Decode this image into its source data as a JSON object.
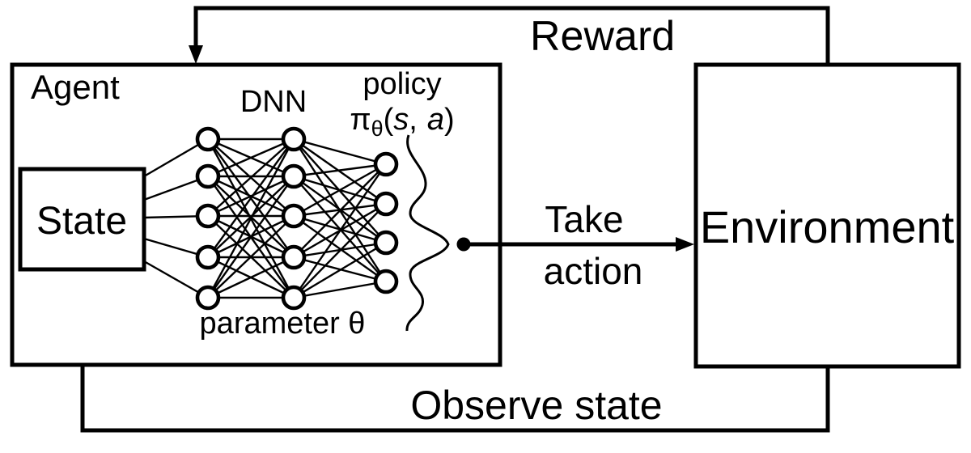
{
  "agent": {
    "label": "Agent",
    "state_label": "State"
  },
  "environment": {
    "label": "Environment"
  },
  "network": {
    "title": "DNN",
    "policy_caption": "policy",
    "formula": {
      "pi": "π",
      "theta": "θ",
      "lparen": "(",
      "s": "s",
      "comma": ",",
      "a": "a",
      "rparen": ")"
    },
    "parameter_caption": "parameter θ",
    "layers": [
      5,
      5,
      4
    ]
  },
  "arrows": {
    "reward": "Reward",
    "take_action": [
      "Take",
      "action"
    ],
    "observe_state": "Observe state"
  },
  "colors": {
    "ink": "#000000",
    "background": "#ffffff"
  }
}
